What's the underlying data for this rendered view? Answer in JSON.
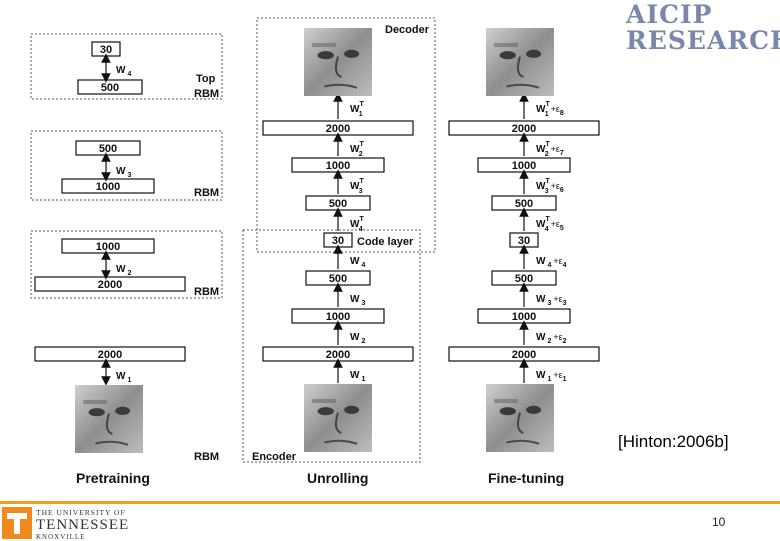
{
  "brand": {
    "line1": "AICIP",
    "line2": "RESEARCH"
  },
  "citation": "[Hinton:2006b]",
  "page_number": "10",
  "university": {
    "line1": "THE UNIVERSITY OF",
    "line2": "TENNESSEE",
    "line3": "KNOXVILLE",
    "mark": "T"
  },
  "column_titles": {
    "pretraining": "Pretraining",
    "unrolling": "Unrolling",
    "finetuning": "Fine-tuning"
  },
  "section_labels": {
    "top_rbm": "Top",
    "rbm": "RBM",
    "decoder": "Decoder",
    "encoder": "Encoder",
    "code_layer": "Code layer"
  },
  "pretraining": {
    "rbm4": {
      "top": "30",
      "bottom": "500",
      "weight": "W",
      "sub": "4"
    },
    "rbm3": {
      "top": "500",
      "bottom": "1000",
      "weight": "W",
      "sub": "3"
    },
    "rbm2": {
      "top": "1000",
      "bottom": "2000",
      "weight": "W",
      "sub": "2"
    },
    "rbm1": {
      "top": "2000",
      "weight": "W",
      "sub": "1"
    }
  },
  "unrolling": {
    "layers_top_down": [
      "2000",
      "1000",
      "500",
      "30",
      "500",
      "1000",
      "2000"
    ],
    "weights_top_down": [
      {
        "w": "W",
        "sub": "1",
        "sup": "T"
      },
      {
        "w": "W",
        "sub": "2",
        "sup": "T"
      },
      {
        "w": "W",
        "sub": "3",
        "sup": "T"
      },
      {
        "w": "W",
        "sub": "4",
        "sup": "T"
      },
      {
        "w": "W",
        "sub": "4",
        "sup": ""
      },
      {
        "w": "W",
        "sub": "3",
        "sup": ""
      },
      {
        "w": "W",
        "sub": "2",
        "sup": ""
      },
      {
        "w": "W",
        "sub": "1",
        "sup": ""
      }
    ]
  },
  "finetuning": {
    "layers_top_down": [
      "2000",
      "1000",
      "500",
      "30",
      "500",
      "1000",
      "2000"
    ],
    "weights_top_down": [
      {
        "w": "W",
        "sub": "1",
        "sup": "T",
        "eps": "+ε",
        "epsSub": "8"
      },
      {
        "w": "W",
        "sub": "2",
        "sup": "T",
        "eps": "+ε",
        "epsSub": "7"
      },
      {
        "w": "W",
        "sub": "3",
        "sup": "T",
        "eps": "+ε",
        "epsSub": "6"
      },
      {
        "w": "W",
        "sub": "4",
        "sup": "T",
        "eps": "+ε",
        "epsSub": "5"
      },
      {
        "w": "W",
        "sub": "4",
        "sup": "",
        "eps": "+ε",
        "epsSub": "4"
      },
      {
        "w": "W",
        "sub": "3",
        "sup": "",
        "eps": "+ε",
        "epsSub": "3"
      },
      {
        "w": "W",
        "sub": "2",
        "sup": "",
        "eps": "+ε",
        "epsSub": "2"
      },
      {
        "w": "W",
        "sub": "1",
        "sup": "",
        "eps": "+ε",
        "epsSub": "1"
      }
    ]
  }
}
